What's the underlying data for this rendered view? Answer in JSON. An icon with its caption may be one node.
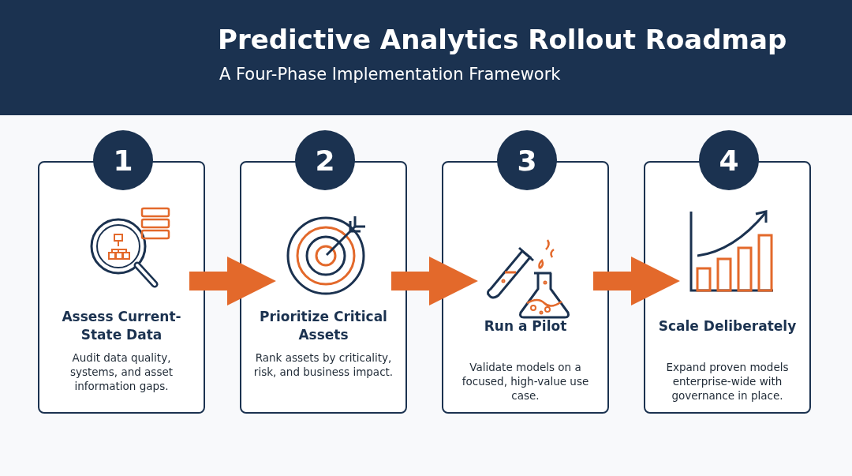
{
  "diagram": {
    "title": "Predictive Analytics Rollout Roadmap",
    "caption": "A Four-Phase Implementation Framework",
    "nodes": [
      {
        "text": [
          "1",
          "Assess Current-State Data",
          "Audit data quality, systems, and asset information gaps."
        ]
      },
      {
        "text": [
          "2",
          "Prioritize Critical Assets",
          "Rank assets by criticality, risk, and business impact."
        ]
      },
      {
        "text": [
          "3",
          "Run a Pilot",
          "Validate models on a focused, high-value use case."
        ]
      },
      {
        "text": [
          "4",
          "Scale Deliberately",
          "Expand proven models enterprise-wide with governance in place."
        ]
      }
    ],
    "edges": [
      {
        "from": 0,
        "to": 1,
        "arrow": "to"
      },
      {
        "from": 1,
        "to": 2,
        "arrow": "to"
      },
      {
        "from": 2,
        "to": 3,
        "arrow": "to"
      }
    ]
  }
}
